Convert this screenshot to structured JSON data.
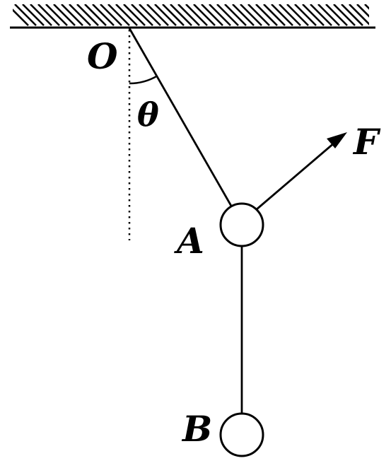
{
  "labels": {
    "pivot": "O",
    "angle": "θ",
    "ball_a": "A",
    "ball_b": "B",
    "force": "F"
  },
  "colors": {
    "ink": "#000000",
    "background": "#ffffff"
  }
}
